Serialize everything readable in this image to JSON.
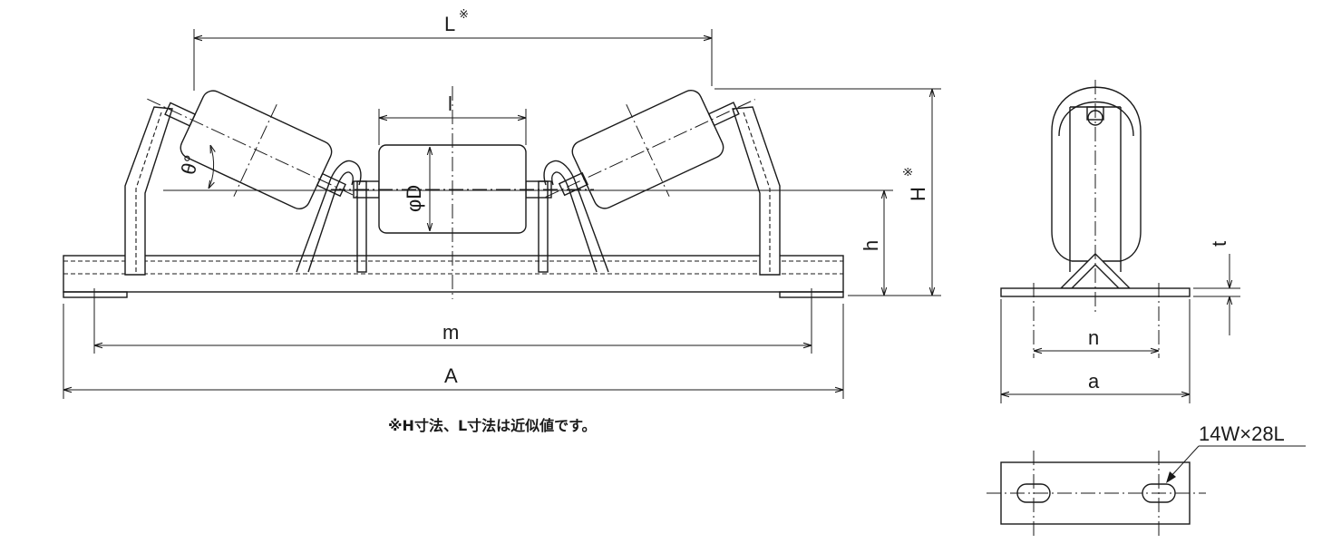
{
  "labels": {
    "L": "L",
    "L_mark": "※",
    "l": "l",
    "phiD": "φD",
    "theta": "θ°",
    "H": "H",
    "H_mark": "※",
    "h": "h",
    "m": "m",
    "A": "A",
    "t": "t",
    "n": "n",
    "a": "a",
    "slot": "14W×28L"
  },
  "note": "※H寸法、L寸法は近似値です。",
  "colors": {
    "line": "#1a1a1a",
    "background": "#ffffff"
  }
}
